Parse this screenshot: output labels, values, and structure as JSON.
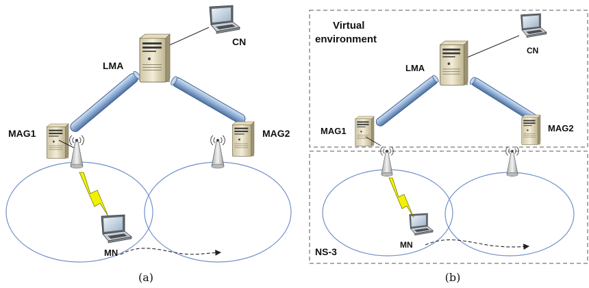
{
  "panel_a": {
    "caption": "(a)",
    "labels": {
      "cn": "CN",
      "lma": "LMA",
      "mag1": "MAG1",
      "mag2": "MAG2",
      "mn": "MN"
    }
  },
  "panel_b": {
    "caption": "(b)",
    "virtual_label_line1": "Virtual",
    "virtual_label_line2": "environment",
    "ns3_label": "NS-3",
    "labels": {
      "cn": "CN",
      "lma": "LMA",
      "mag1": "MAG1",
      "mag2": "MAG2",
      "mn": "MN"
    }
  },
  "colors": {
    "cell_outline": "#6f8fc9",
    "tunnel_fill": "#8fb0d8",
    "server_body": "#efe7cf",
    "wireless_link": "#f2f200",
    "dash_box": "#555555"
  }
}
